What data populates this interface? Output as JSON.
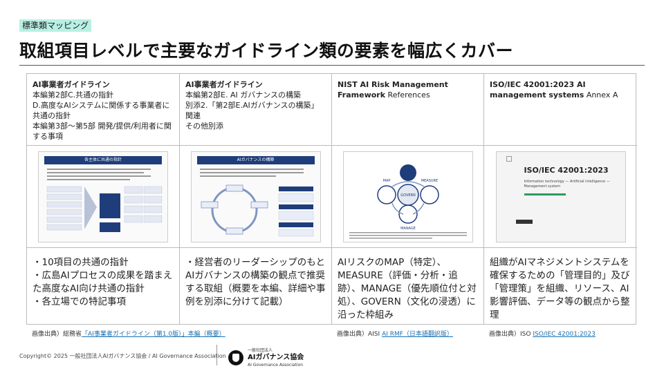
{
  "tag": "標準類マッピング",
  "title": "取組項目レベルで主要なガイドライン類の要素を幅広くカバー",
  "columns": [
    {
      "head_bold": "AI事業者ガイドライン",
      "head_rest": "本編第2部C.共通の指針\nD.高度なAIシステムに関係する事業者に共通の指針\n本編第3部〜第5部 開発/提供/利用者に関する事項",
      "thumb_title": "各主体に共通の指針",
      "desc": "・10項目の共通の指針\n・広島AIプロセスの成果を踏まえた高度なAI向け共通の指針\n・各立場での特記事項"
    },
    {
      "head_bold": "AI事業者ガイドライン",
      "head_rest": "本編第2部E. AI ガバナンスの構築\n別添2.「第2部E.AIガバナンスの構築」関連\nその他別添",
      "thumb_title": "AIガバナンスの構築",
      "desc": "・経営者のリーダーシップのもとAIガバナンスの構築の観点で推奨する取組（概要を本編、詳細や事例を別添に分けて記載）"
    },
    {
      "head_bold": "NIST AI Risk Management Framework",
      "head_rest": "References",
      "thumb_labels": [
        "MAP",
        "MEASURE",
        "MANAGE",
        "GOVERN"
      ],
      "desc": "AIリスクのMAP（特定）、MEASURE（評価・分析・追跡）、MANAGE（優先順位付と対処）、GOVERN（文化の浸透）に沿った枠組み"
    },
    {
      "head_bold": "ISO/IEC 42001:2023 AI management systems",
      "head_rest": "Annex A",
      "thumb_title": "ISO/IEC 42001:2023",
      "thumb_sub": "Information technology — Artificial intelligence — Management system",
      "desc": "組織がAIマネジメントシステムを確保するための「管理目的」及び「管理策」を組織、リソース、AI影響評価、データ等の観点から整理"
    }
  ],
  "sources": [
    {
      "prefix": "画像出典）総務省",
      "link": "「AI事業者ガイドライン（第1.0版）」本編（概要）"
    },
    {
      "prefix": "画像出典）AISI",
      "link": "AI RMF（日本語翻訳版）"
    },
    {
      "prefix": "画像出典）ISO",
      "link": "ISO/IEC 42001:2023"
    }
  ],
  "footer": {
    "copyright": "Copyright© 2025 一般社団法人AIガバナンス協会 / AI Governance Association",
    "logo_small": "一般社団法人",
    "logo_main": "AIガバナンス協会",
    "logo_en": "AI Governance Association"
  },
  "colors": {
    "accent_tag": "#b8f0e4",
    "thumb_blue": "#1f3d7a",
    "link": "#1a6fb0"
  }
}
